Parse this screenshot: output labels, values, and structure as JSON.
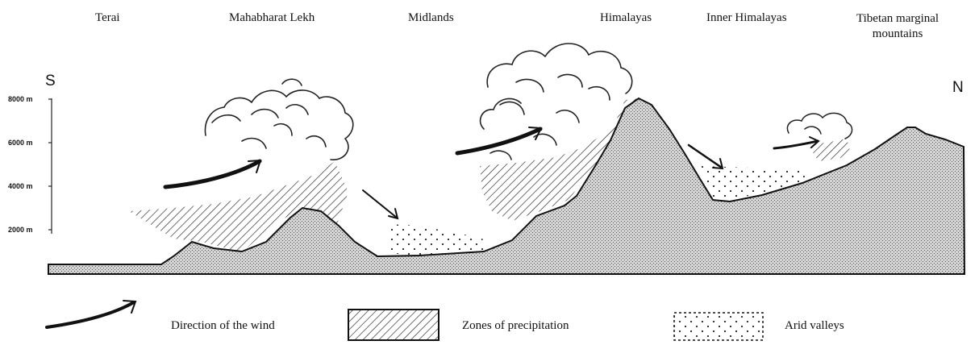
{
  "regions": [
    "Terai",
    "Mahabharat Lekh",
    "Midlands",
    "Himalayas",
    "Inner Himalayas",
    "Tibetan marginal",
    "mountains"
  ],
  "directions": {
    "south": "S",
    "north": "N"
  },
  "altitude_ticks": [
    "8000 m",
    "6000 m",
    "4000 m",
    "2000 m"
  ],
  "legend": {
    "wind": "Direction of the wind",
    "precipitation": "Zones of precipitation",
    "arid": "Arid valleys"
  }
}
